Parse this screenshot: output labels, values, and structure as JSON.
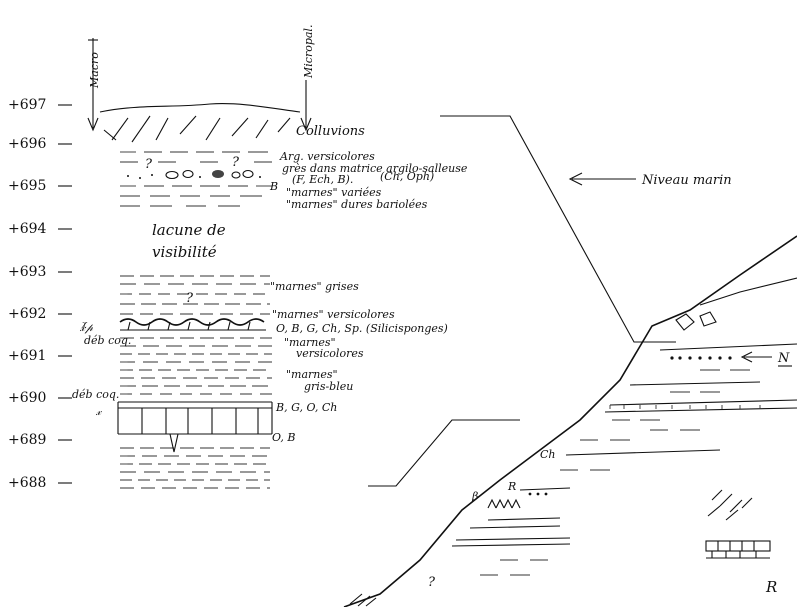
{
  "axes": {
    "macro_label": "Macro",
    "micro_label": "Micropal."
  },
  "elevations": [
    "+697",
    "+696",
    "+695",
    "+694",
    "+693",
    "+692",
    "+691",
    "+690",
    "+689",
    "+688"
  ],
  "annotations": {
    "colluvions": "Colluvions",
    "arg_versicolores": "Arg. versicolores",
    "gres_matrice": "grès dans matrice argilo-salleuse",
    "fauna_1": "(F, Ech, B).",
    "fauna_2": "(Ch, Oph)",
    "marnes_variees": "\"marnes\" variées",
    "marnes_dures": "\"marnes\" dures bariolées",
    "lacune_1": "lacune de",
    "lacune_2": "visibilité",
    "marnes_grises": "\"marnes\" grises",
    "marnes_versicolores_1": "\"marnes\" versicolores",
    "fossils_692": "O, B, G, Ch, Sp. (Silicisponges)",
    "marnes_versicolores_2a": "\"marnes\"",
    "marnes_versicolores_2b": "versicolores",
    "marnes_gris_bleu_a": "\"marnes\"",
    "marnes_gris_bleu_b": "gris-bleu",
    "fossils_690": "B, G, O, Ch",
    "fossils_689": "O, B",
    "deb_coq_1": "déb coq.",
    "deb_coq_2": "déb coq.",
    "question_mark": "?",
    "b_label": "B"
  },
  "legend": {
    "niveau_marin": "Niveau marin"
  },
  "profile_labels": {
    "n": "N",
    "ch": "Ch",
    "r_small": "R",
    "beta": "β",
    "r_legend": "R",
    "question": "?"
  }
}
